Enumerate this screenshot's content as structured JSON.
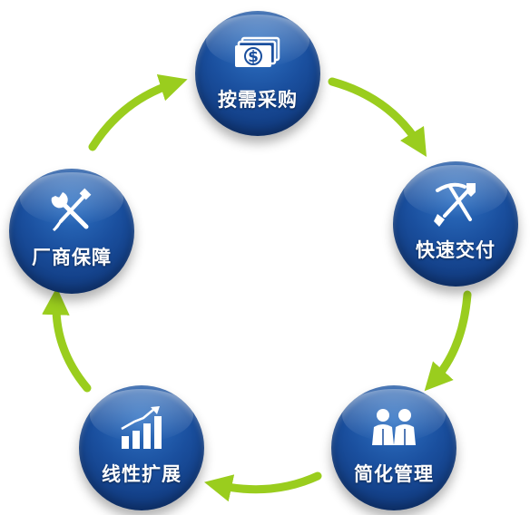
{
  "cycle": {
    "nodes": [
      {
        "label": "按需采购",
        "icon": "money-icon"
      },
      {
        "label": "快速交付",
        "icon": "pick-shovel-icon"
      },
      {
        "label": "简化管理",
        "icon": "people-icon"
      },
      {
        "label": "线性扩展",
        "icon": "bar-growth-icon"
      },
      {
        "label": "厂商保障",
        "icon": "wrench-screwdriver-icon"
      }
    ]
  },
  "colors": {
    "node_blue": "#1a4f9e",
    "arrow_green": "#9acd1e",
    "label_text": "#ffffff"
  }
}
